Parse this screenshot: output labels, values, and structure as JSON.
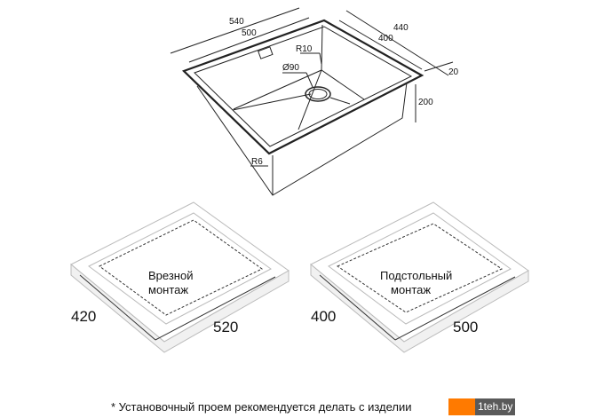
{
  "sink_dimensions": {
    "outer_length": "540",
    "inner_length": "500",
    "outer_width": "440",
    "inner_width": "400",
    "rim": "20",
    "depth": "200",
    "corner_radius_inner": "R10",
    "corner_radius_outer": "R6",
    "drain_diameter": "Ø90"
  },
  "flush_mount": {
    "title_line1": "Врезной",
    "title_line2": "монтаж",
    "width": "420",
    "length": "520"
  },
  "undermount": {
    "title_line1": "Подстольный",
    "title_line2": "монтаж",
    "width": "400",
    "length": "500"
  },
  "footnote": "* Установочный проем рекомендуется делать с изделии",
  "watermark": {
    "text": "1teh.by",
    "accent": "#ff7a00"
  }
}
